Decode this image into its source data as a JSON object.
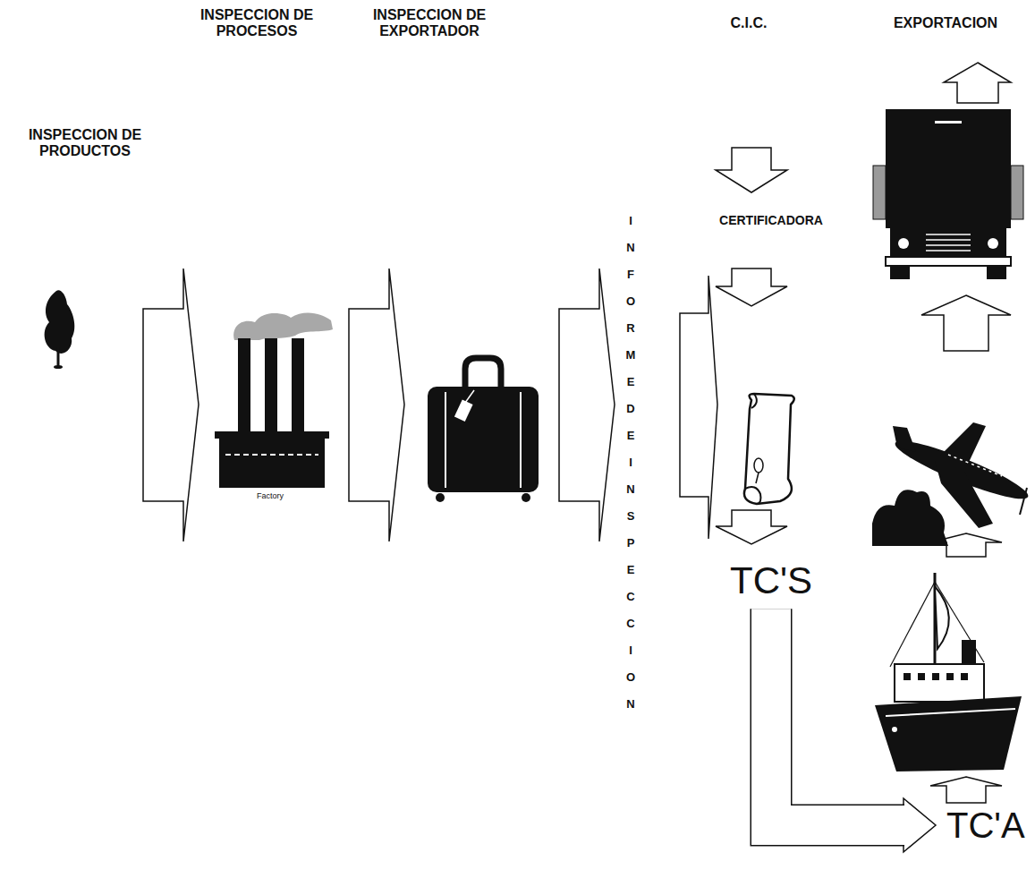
{
  "diagram": {
    "nodes": [
      {
        "text": [
          "TC'S"
        ]
      },
      {
        "text": [
          "TC'A"
        ]
      }
    ],
    "edges": [
      {
        "from": 0,
        "to": 1,
        "arrow": "to"
      }
    ],
    "labels": [
      "INSPECCION DE PRODUCTOS",
      "INSPECCION DE PROCESOS",
      "INSPECCION DE EXPORTADOR",
      "C.I.C.",
      "EXPORTACION",
      "CERTIFICADORA",
      "INFORME DE INSPECCION",
      "Factory"
    ]
  }
}
